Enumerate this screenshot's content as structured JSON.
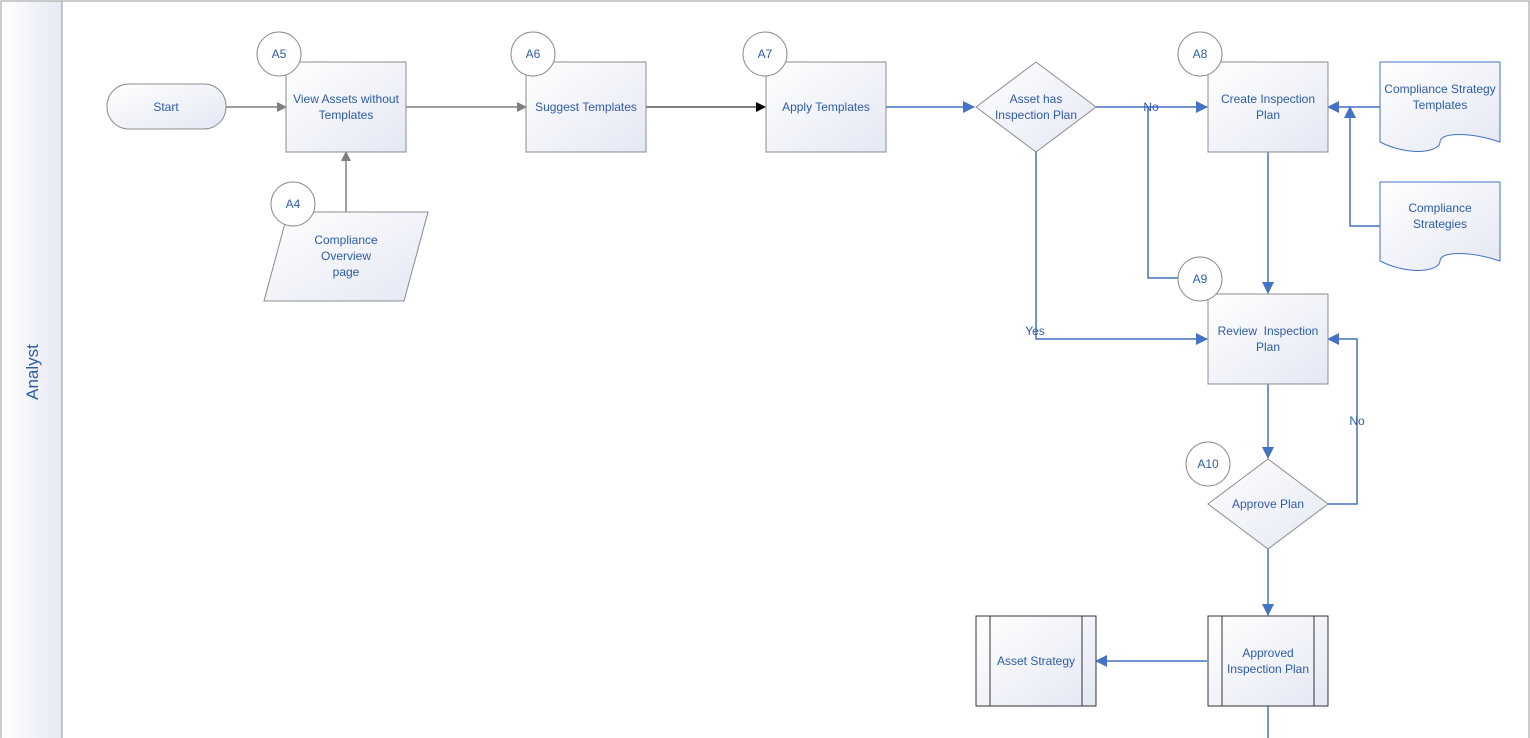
{
  "lane": {
    "title": "Analyst"
  },
  "nodes": {
    "start": "Start",
    "view_assets": [
      "View Assets without",
      "Templates"
    ],
    "suggest": "Suggest Templates",
    "apply": "Apply Templates",
    "asset_has_plan": [
      "Asset has",
      "Inspection Plan"
    ],
    "create_plan": [
      "Create Inspection",
      "Plan"
    ],
    "strategy_templates": [
      "Compliance Strategy",
      "Templates"
    ],
    "strategies": [
      "Compliance",
      "Strategies"
    ],
    "overview": [
      "Compliance",
      "Overview",
      "page"
    ],
    "review_plan": [
      "Review  Inspection",
      "Plan"
    ],
    "approve_plan": "Approve Plan",
    "approved_plan": [
      "Approved",
      "Inspection Plan"
    ],
    "asset_strategy": "Asset Strategy"
  },
  "badges": {
    "a4": "A4",
    "a5": "A5",
    "a6": "A6",
    "a7": "A7",
    "a8": "A8",
    "a9": "A9",
    "a10": "A10"
  },
  "edge_labels": {
    "no_top": "No",
    "yes": "Yes",
    "no_right": "No"
  },
  "colors": {
    "blue": "#4472C4",
    "gray": "#7F7F7F",
    "black": "#000000",
    "text": "#2E5BA8",
    "shape_border": "#8C8C8C"
  }
}
